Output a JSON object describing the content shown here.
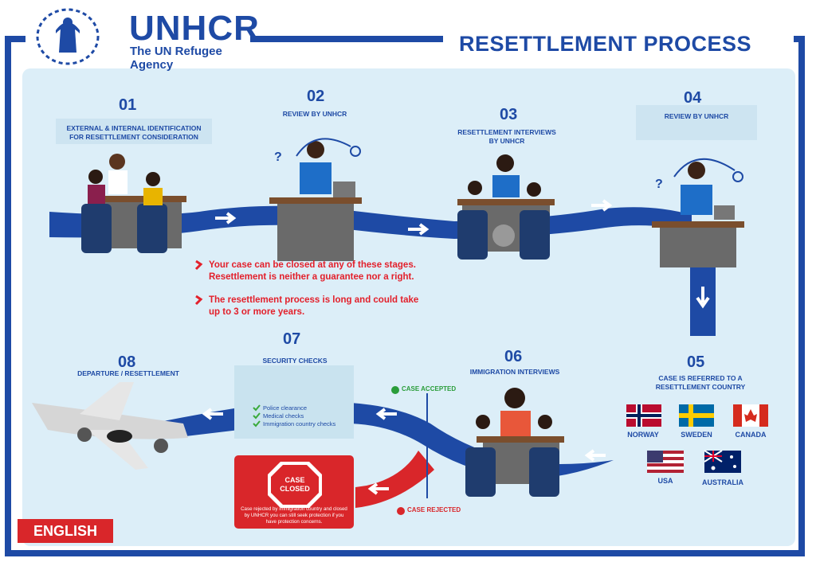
{
  "brand": {
    "name": "UNHCR",
    "tagline": "The UN Refugee Agency"
  },
  "title": "RESETTLEMENT PROCESS",
  "steps": [
    {
      "num": "01",
      "label_1": "EXTERNAL & INTERNAL IDENTIFICATION",
      "label_2": "FOR RESETTLEMENT CONSIDERATION"
    },
    {
      "num": "02",
      "label_1": "REVIEW BY UNHCR"
    },
    {
      "num": "03",
      "label_1": "RESETTLEMENT INTERVIEWS",
      "label_2": "BY UNHCR"
    },
    {
      "num": "04",
      "label_1": "REVIEW BY UNHCR"
    },
    {
      "num": "05",
      "label_1": "CASE IS REFERRED TO A",
      "label_2": "RESETTLEMENT COUNTRY"
    },
    {
      "num": "06",
      "label_1": "IMMIGRATION INTERVIEWS"
    },
    {
      "num": "07",
      "label_1": "SECURITY CHECKS"
    },
    {
      "num": "08",
      "label_1": "DEPARTURE / RESETTLEMENT"
    }
  ],
  "notes": [
    {
      "line_1": "Your case can be closed at any of these stages.",
      "line_2": "Resettlement is neither a guarantee nor a right."
    },
    {
      "line_1": "The resettlement process is long and could take",
      "line_2": "up to 3 or more years."
    }
  ],
  "security_checks": [
    "Police clearance",
    "Medical checks",
    "Immigration country checks"
  ],
  "case_closed": {
    "sign_1": "CASE",
    "sign_2": "CLOSED",
    "text": "Case rejected by immigration country and closed by UNHCR you can still seek protection if you have protection concerns."
  },
  "outcomes": {
    "accepted": "CASE ACCEPTED",
    "rejected": "CASE REJECTED"
  },
  "countries": [
    "NORWAY",
    "SWEDEN",
    "CANADA",
    "USA",
    "AUSTRALIA"
  ],
  "language": "ENGLISH",
  "colors": {
    "brand_blue": "#1e4aa5",
    "panel": "#dceef8",
    "alert_red": "#d9262a",
    "accept_green": "#2a9d3a"
  }
}
